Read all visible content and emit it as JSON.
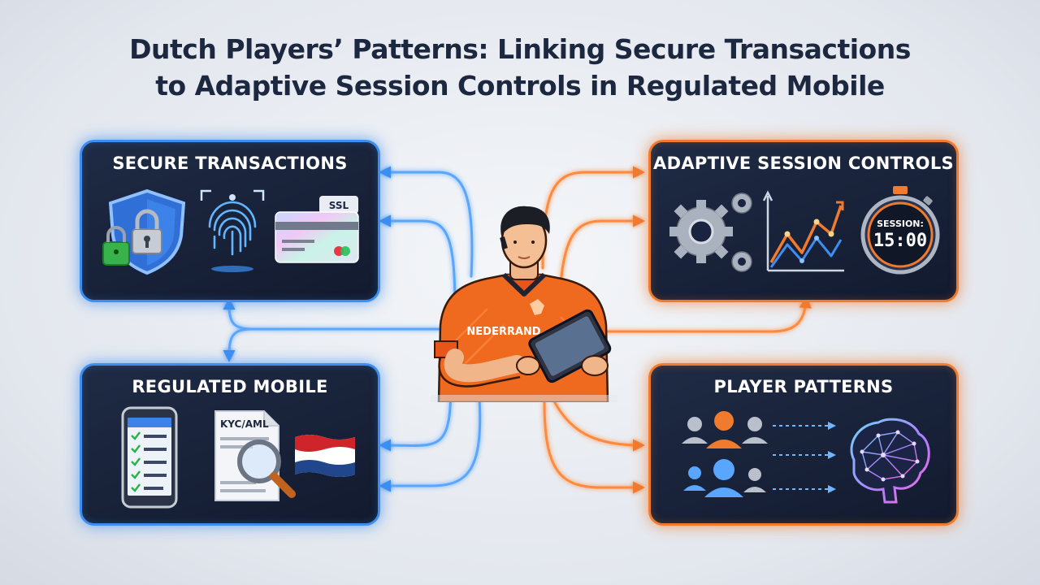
{
  "title": {
    "line1": "Dutch Players’ Patterns: Linking Secure Transactions",
    "line2": "to Adaptive Session Controls in Regulated Mobile"
  },
  "panels": {
    "secure": {
      "title": "SECURE TRANSACTIONS",
      "card_badge": "SSL"
    },
    "adaptive": {
      "title": "ADAPTIVE SESSION CONTROLS",
      "timer_label": "SESSION:",
      "timer_value": "15:00"
    },
    "regulated": {
      "title": "REGULATED MOBILE",
      "doc_label": "KYC/AML"
    },
    "patterns": {
      "title": "PLAYER PATTERNS"
    }
  },
  "person": {
    "shirt_text": "NEDERRAND"
  },
  "colors": {
    "blue": "#3d8ef0",
    "orange": "#f07a2d",
    "navy": "#16203a"
  },
  "icons": [
    "lock-shield-icon",
    "padlock-icon",
    "fingerprint-icon",
    "credit-card-icon",
    "gears-icon",
    "trend-chart-icon",
    "stopwatch-icon",
    "phone-checklist-icon",
    "document-icon",
    "magnifier-icon",
    "netherlands-flag-icon",
    "user-group-icon",
    "brain-network-icon"
  ]
}
